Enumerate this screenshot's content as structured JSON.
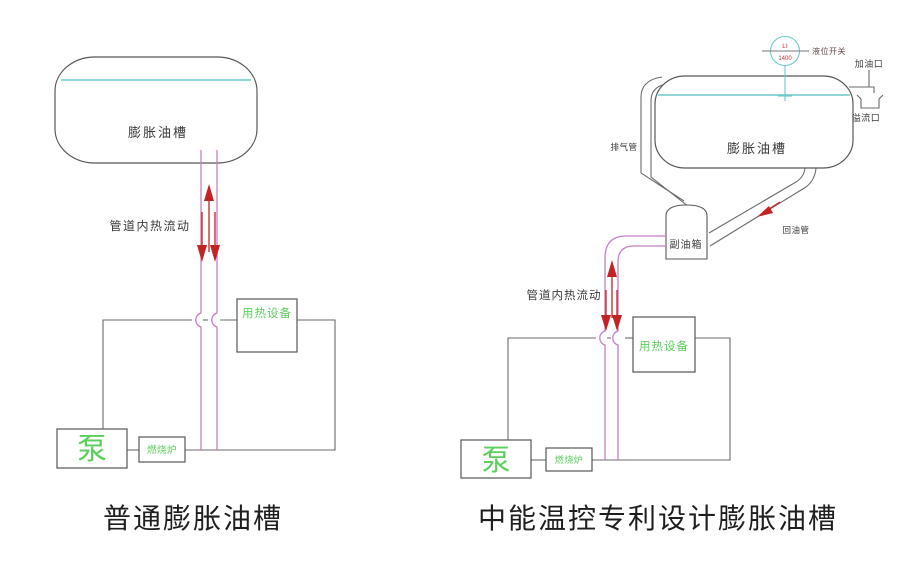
{
  "colors": {
    "line": "#6b6b6b",
    "outline": "#585858",
    "cyan": "#6cc9c9",
    "magenta": "#c77fc7",
    "red": "#c22424",
    "green": "#5bcf5b",
    "text": "#3a3a3a",
    "caption": "#1f1f1f",
    "gauge_text": "#c03030",
    "gauge_label": "#6b4848"
  },
  "left": {
    "tank_label": "膨胀油槽",
    "flow_label": "管道内热流动",
    "heat_device": "用热设备",
    "pump": "泵",
    "furnace": "燃烧炉",
    "caption": "普通膨胀油槽"
  },
  "right": {
    "tank_label": "膨胀油槽",
    "gauge_top": "LI",
    "gauge_bottom": "1400",
    "gauge_label": "液位开关",
    "fill_port": "加油口",
    "overflow_port": "溢流口",
    "vent_pipe": "排气管",
    "aux_tank": "副油箱",
    "return_pipe": "回油管",
    "flow_label": "管道内热流动",
    "heat_device": "用热设备",
    "pump": "泵",
    "furnace": "燃烧炉",
    "caption": "中能温控专利设计膨胀油槽"
  }
}
